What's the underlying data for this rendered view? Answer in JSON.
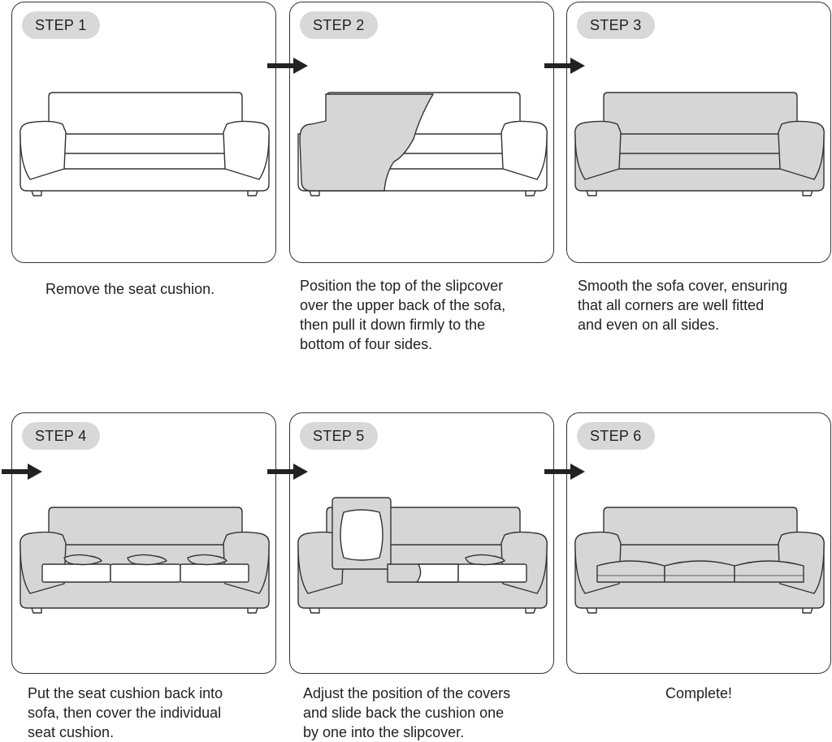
{
  "steps": [
    {
      "label": "STEP 1",
      "caption": [
        "Remove the seat cushion."
      ]
    },
    {
      "label": "STEP 2",
      "caption": [
        "Position the top of the slipcover",
        "over the upper back of the sofa,",
        "then pull it down firmly to the",
        "bottom of four sides."
      ]
    },
    {
      "label": "STEP 3",
      "caption": [
        "Smooth the sofa cover, ensuring",
        "that all corners are well fitted",
        "and even on all sides."
      ]
    },
    {
      "label": "STEP 4",
      "caption": [
        "Put the seat cushion back into",
        "sofa, then cover the individual",
        "seat cushion."
      ]
    },
    {
      "label": "STEP 5",
      "caption": [
        "Adjust the position of the covers",
        "and slide back the cushion one",
        "by one into the slipcover."
      ]
    },
    {
      "label": "STEP 6",
      "caption": [
        "Complete!"
      ]
    }
  ],
  "colors": {
    "cover": "#d6d6d6",
    "outline": "#333333",
    "badge": "#d8d8d8",
    "arrow": "#222222"
  },
  "icons": {
    "arrow": "right-arrow-icon"
  }
}
